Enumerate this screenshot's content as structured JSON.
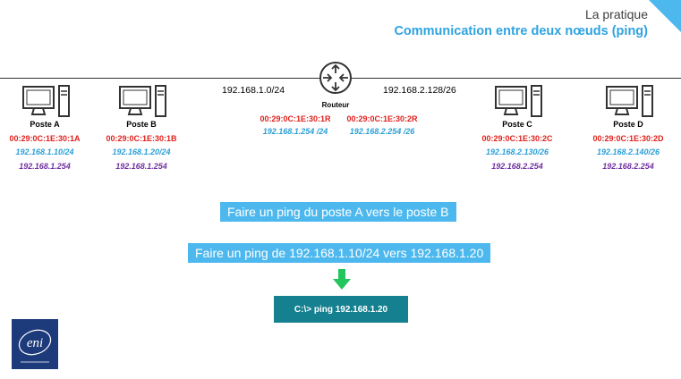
{
  "header": {
    "section": "La pratique",
    "title": "Communication entre deux nœuds (ping)"
  },
  "networks": {
    "left": "192.168.1.0/24",
    "right": "192.168.2.128/26"
  },
  "router": {
    "label": "Routeur",
    "if1": {
      "mac": "00:29:0C:1E:30:1R",
      "ip": "192.168.1.254 /24"
    },
    "if2": {
      "mac": "00:29:0C:1E:30:2R",
      "ip": "192.168.2.254 /26"
    }
  },
  "hosts": [
    {
      "label": "Poste A",
      "mac": "00:29:0C:1E:30:1A",
      "ip": "192.168.1.10/24",
      "gw": "192.168.1.254"
    },
    {
      "label": "Poste B",
      "mac": "00:29:0C:1E:30:1B",
      "ip": "192.168.1.20/24",
      "gw": "192.168.1.254"
    },
    {
      "label": "Poste C",
      "mac": "00:29:0C:1E:30:2C",
      "ip": "192.168.2.130/26",
      "gw": "192.168.2.254"
    },
    {
      "label": "Poste D",
      "mac": "00:29:0C:1E:30:2D",
      "ip": "192.168.2.140/26",
      "gw": "192.168.2.254"
    }
  ],
  "banners": {
    "task": "Faire un ping du poste A vers le poste B",
    "detail": "Faire un ping de 192.168.1.10/24 vers 192.168.1.20"
  },
  "command": "C:\\> ping 192.168.1.20",
  "logo": {
    "text": "eni"
  },
  "colors": {
    "accent": "#4db8ee",
    "title": "#2ea3e0",
    "mac": "#e0201c",
    "ip": "#2a9fd6",
    "gateway": "#7030a0",
    "command_bg": "#15808f",
    "arrow": "#22c55e",
    "logo_bg": "#1d3a7a"
  }
}
